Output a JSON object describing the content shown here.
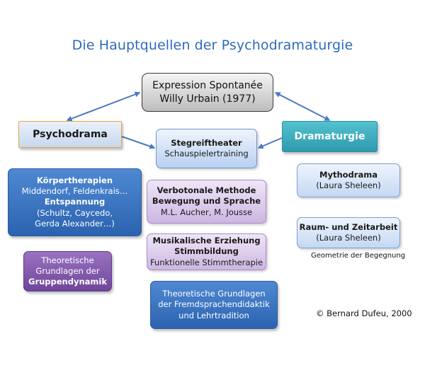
{
  "title": "Die Hauptquellen der Psychodramaturgie",
  "nodes": {
    "root": {
      "line1": "Expression Spontanée",
      "line2": "Willy Urbain (1977)"
    },
    "psychodrama": {
      "label": "Psychodrama"
    },
    "dramaturgie": {
      "label": "Dramaturgie"
    },
    "stegreif": {
      "line1": "Stegreiftheater",
      "line2": "Schauspielertraining"
    },
    "koerper": {
      "heading1": "Körpertherapien",
      "line1": "Middendorf, Feldenkrais…",
      "heading2": "Entspannung",
      "line2": "(Schultz, Caycedo,",
      "line3": "Gerda Alexander…)"
    },
    "verbo": {
      "heading1": "Verbotonale Methode",
      "heading2": "Bewegung und Sprache",
      "line1": "M.L.  Aucher, M. Jousse"
    },
    "musik": {
      "heading1": "Musikalische Erziehung",
      "heading2": "Stimmbildung",
      "line1": "Funktionelle Stimmtherapie"
    },
    "mytho": {
      "heading": "Mythodrama",
      "line1": "(Laura  Sheleen)"
    },
    "raum": {
      "heading": "Raum- und Zeitarbeit",
      "line1": "(Laura Sheleen)"
    },
    "gruppen": {
      "line1": "Theoretische",
      "line2": "Grundlagen der",
      "heading": "Gruppendynamik"
    },
    "fremd": {
      "line1": "Theoretische Grundlagen",
      "line2": "der Fremdsprachendidaktik",
      "line3": "und Lehrtradition"
    }
  },
  "notes": {
    "geometrie": "Geometrie der Begegnung",
    "copyright": "© Bernard Dufeu, 2000"
  },
  "colors": {
    "title": "#2e6bb8",
    "arrow": "#4a78c2",
    "accent_orange": "#e8a24a",
    "teal": "#3aa9bb",
    "blue_box": "#3b74c2",
    "purple_box": "#7e55a8",
    "lavender_box": "#dccbeb",
    "light_blue_box": "#d3e2f6"
  }
}
